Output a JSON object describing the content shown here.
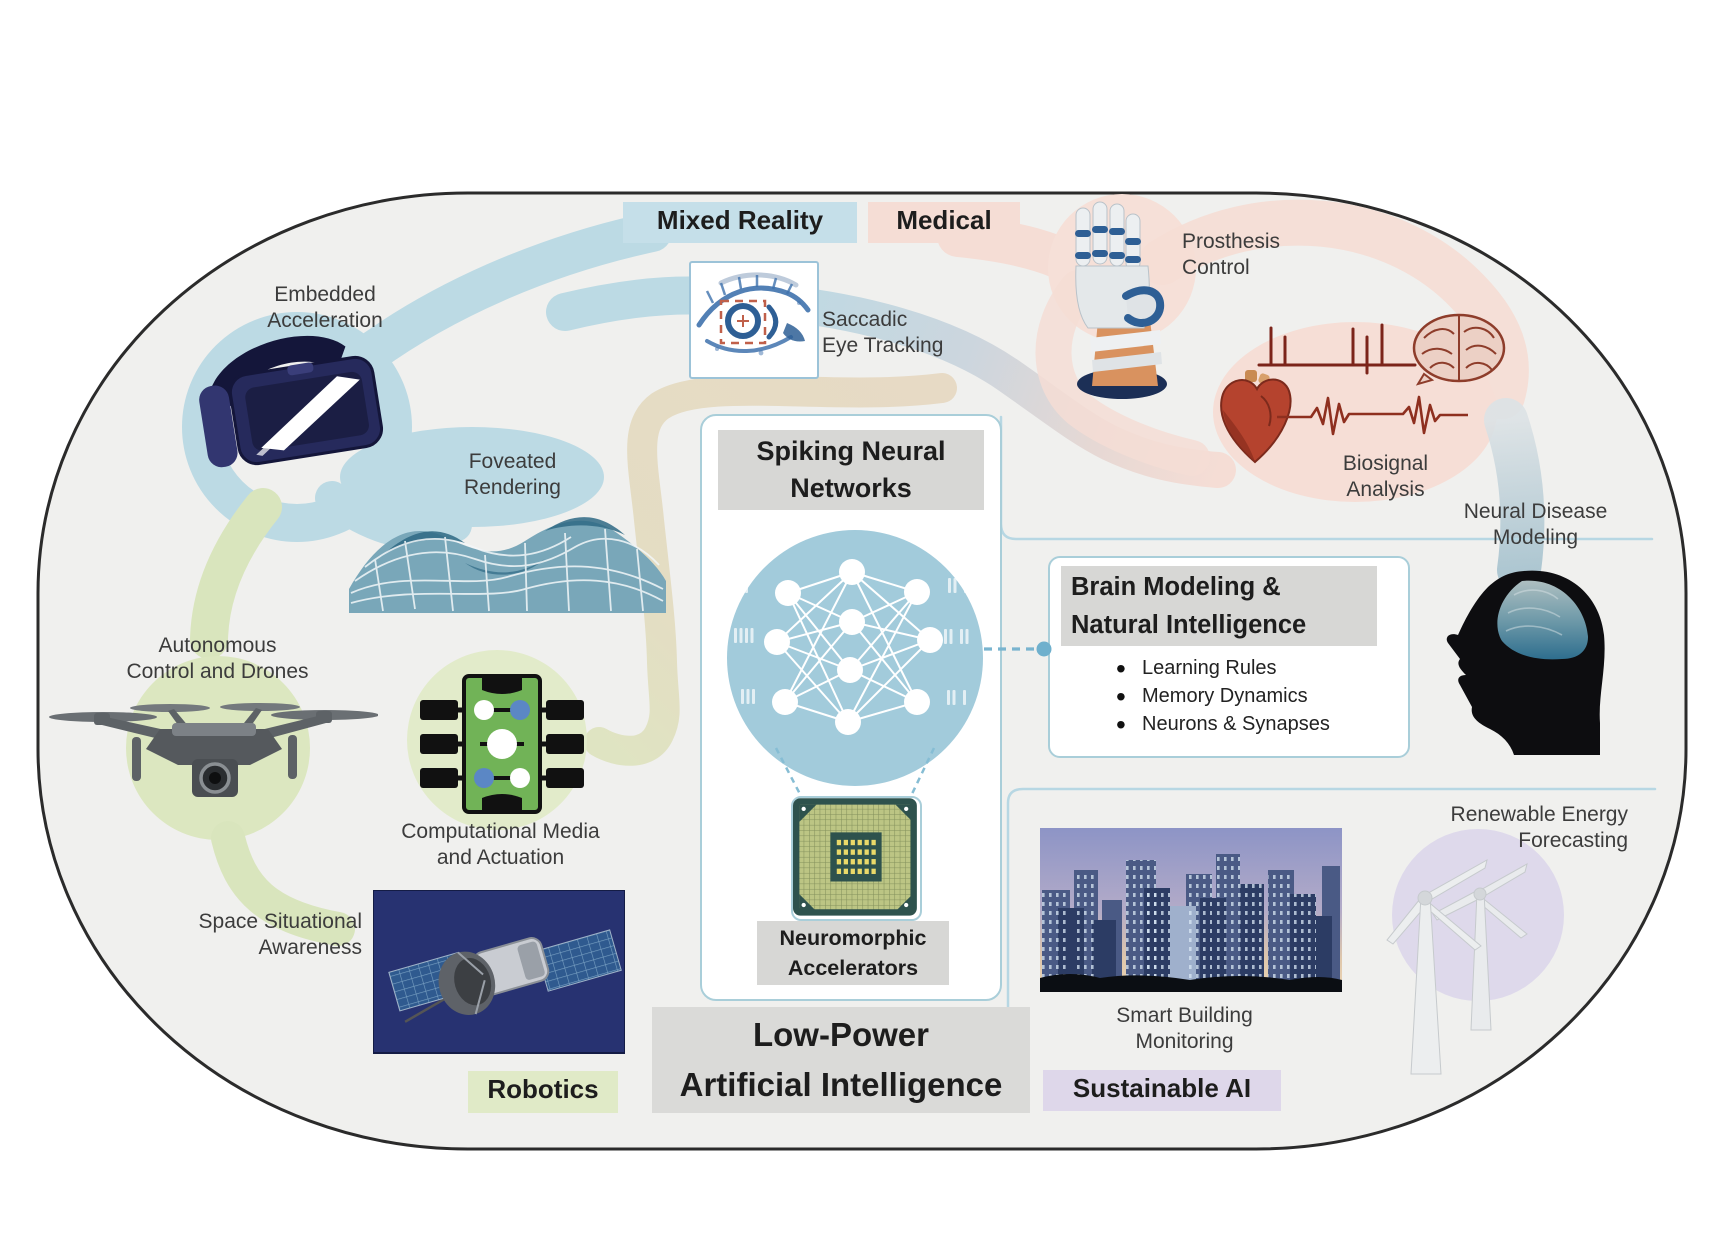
{
  "colors": {
    "background": "#f0f0ee",
    "mixed_reality": "#c5dfe9",
    "medical": "#f5ddd5",
    "robotics": "#e0eac7",
    "sustainable_ai": "#ded7ea",
    "label_gray": "#d7d7d5",
    "box_border": "#a9ced9",
    "ribbon_blue": "#bcdae4",
    "ribbon_tan": "#e7dac5",
    "ribbon_green": "#dce7c0",
    "ribbon_pink": "#f5ddd5",
    "ribbon_lavender": "#ded9eb",
    "snn_circle": "#a2cbdb",
    "ecg_red": "#8e2f1f"
  },
  "region_labels": {
    "mixed_reality": "Mixed Reality",
    "medical": "Medical",
    "robotics": "Robotics",
    "sustainable_ai": "Sustainable AI"
  },
  "center": {
    "snn_title": {
      "lines": [
        "Spiking Neural",
        "Networks"
      ]
    },
    "neuromorphic": {
      "lines": [
        "Neuromorphic",
        "Accelerators"
      ]
    },
    "low_power": {
      "lines": [
        "Low-Power",
        "Artificial Intelligence"
      ]
    }
  },
  "brain_modeling": {
    "title": {
      "lines": [
        "Brain Modeling &",
        "Natural Intelligence"
      ]
    },
    "bullets": [
      "Learning Rules",
      "Memory Dynamics",
      "Neurons & Synapses"
    ]
  },
  "items": {
    "embedded_acceleration": {
      "lines": [
        "Embedded",
        "Acceleration"
      ]
    },
    "foveated_rendering": {
      "lines": [
        "Foveated",
        "Rendering"
      ]
    },
    "saccadic_eye_tracking": {
      "lines": [
        "Saccadic",
        "Eye Tracking"
      ]
    },
    "prosthesis_control": {
      "lines": [
        "Prosthesis",
        "Control"
      ]
    },
    "biosignal_analysis": {
      "lines": [
        "Biosignal",
        "Analysis"
      ]
    },
    "neural_disease_modeling": {
      "lines": [
        "Neural Disease",
        "Modeling"
      ]
    },
    "autonomous_control_drones": {
      "lines": [
        "Autonomous",
        "Control and Drones"
      ]
    },
    "computational_media_actuation": {
      "lines": [
        "Computational Media",
        "and Actuation"
      ]
    },
    "space_situational_awareness": {
      "lines": [
        "Space Situational",
        "Awareness"
      ]
    },
    "smart_building_monitoring": {
      "lines": [
        "Smart Building",
        "Monitoring"
      ]
    },
    "renewable_energy_forecasting": {
      "lines": [
        "Renewable Energy",
        "Forecasting"
      ]
    }
  }
}
